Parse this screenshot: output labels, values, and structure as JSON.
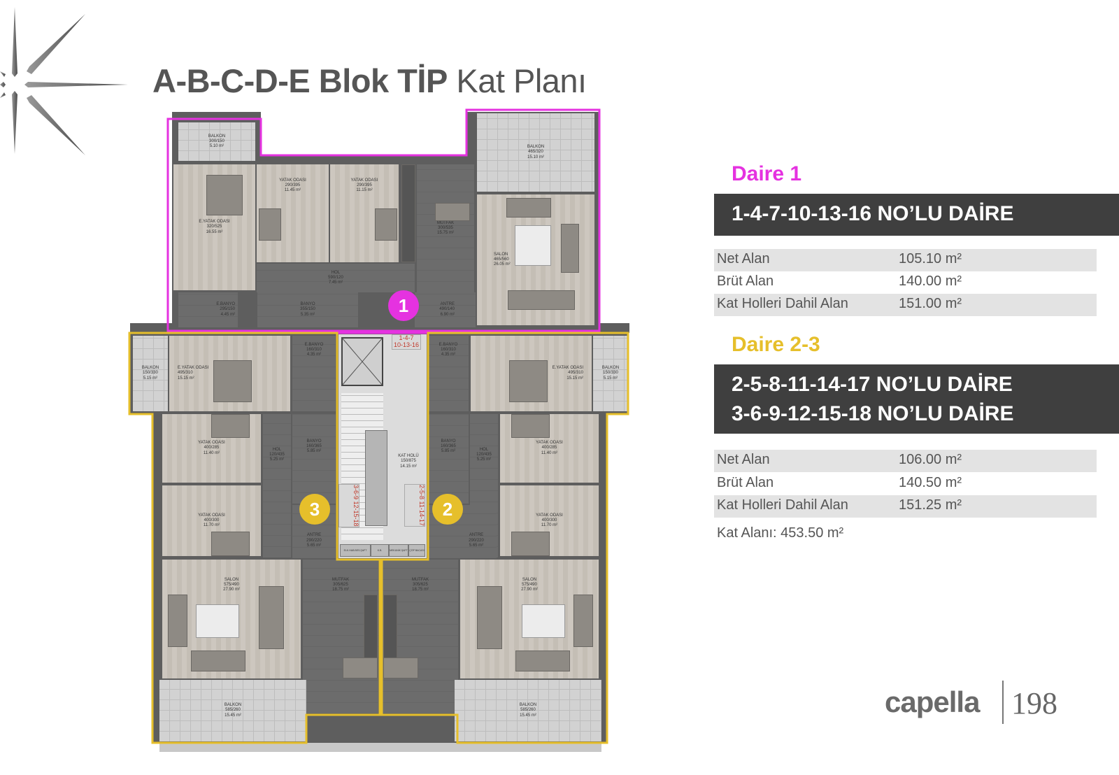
{
  "header": {
    "title_bold": "A-B-C-D-E Blok TİP",
    "title_light": "Kat Planı",
    "logo_icon": "star-compass-icon"
  },
  "colors": {
    "daire1": "#e532e0",
    "daire23": "#e6bf2b",
    "band": "#3f3f3f",
    "text": "#555555"
  },
  "plan": {
    "apt1": {
      "marker": "1",
      "rooms": [
        {
          "name": "BALKON",
          "dims": "300/150",
          "area": "5.10 m²"
        },
        {
          "name": "E.YATAK ODASI",
          "dims": "320/525",
          "area": "16.55 m²"
        },
        {
          "name": "YATAK ODASI",
          "dims": "290/395",
          "area": "11.45 m²"
        },
        {
          "name": "YATAK ODASI",
          "dims": "290/395",
          "area": "11.15 m²"
        },
        {
          "name": "MUTFAK",
          "dims": "300/535",
          "area": "15.75 m²"
        },
        {
          "name": "BALKON",
          "dims": "465/320",
          "area": "15.10 m²"
        },
        {
          "name": "SALON",
          "dims": "465/560",
          "area": "26.05 m²"
        },
        {
          "name": "HOL",
          "dims": "590/120",
          "area": "7.45 m²"
        },
        {
          "name": "E.BANYO",
          "dims": "295/150",
          "area": "4.45 m²"
        },
        {
          "name": "BANYO",
          "dims": "355/150",
          "area": "5.35 m²"
        },
        {
          "name": "ANTRE",
          "dims": "490/140",
          "area": "6.90 m²"
        }
      ]
    },
    "apt3": {
      "marker": "3",
      "rooms": [
        {
          "name": "BALKON",
          "dims": "150/330",
          "area": "5.15 m²"
        },
        {
          "name": "E.YATAK ODASI",
          "dims": "495/310",
          "area": "15.15 m²"
        },
        {
          "name": "E.BANYO",
          "dims": "160/310",
          "area": "4.35 m²"
        },
        {
          "name": "YATAK ODASI",
          "dims": "400/285",
          "area": "11.40 m²"
        },
        {
          "name": "HOL",
          "dims": "120/435",
          "area": "5.25 m²"
        },
        {
          "name": "BANYO",
          "dims": "160/365",
          "area": "5.85 m²"
        },
        {
          "name": "YATAK ODASI",
          "dims": "400/300",
          "area": "11.70 m²"
        },
        {
          "name": "ANTRE",
          "dims": "290/220",
          "area": "5.65 m²"
        },
        {
          "name": "SALON",
          "dims": "575/490",
          "area": "27.90 m²"
        },
        {
          "name": "MUTFAK",
          "dims": "305/625",
          "area": "18.75 m²"
        },
        {
          "name": "BALKON",
          "dims": "585/260",
          "area": "15.45 m²"
        }
      ]
    },
    "apt2": {
      "marker": "2",
      "rooms": [
        {
          "name": "BALKON",
          "dims": "150/330",
          "area": "5.15 m²"
        },
        {
          "name": "E.YATAK ODASI",
          "dims": "495/310",
          "area": "15.15 m²"
        },
        {
          "name": "E.BANYO",
          "dims": "160/310",
          "area": "4.35 m²"
        },
        {
          "name": "YATAK ODASI",
          "dims": "400/285",
          "area": "11.40 m²"
        },
        {
          "name": "HOL",
          "dims": "120/435",
          "area": "5.25 m²"
        },
        {
          "name": "BANYO",
          "dims": "160/365",
          "area": "5.85 m²"
        },
        {
          "name": "YATAK ODASI",
          "dims": "400/300",
          "area": "11.70 m²"
        },
        {
          "name": "ANTRE",
          "dims": "290/220",
          "area": "5.65 m²"
        },
        {
          "name": "SALON",
          "dims": "575/490",
          "area": "27.90 m²"
        },
        {
          "name": "MUTFAK",
          "dims": "305/625",
          "area": "18.75 m²"
        },
        {
          "name": "BALKON",
          "dims": "585/260",
          "area": "15.45 m²"
        }
      ]
    },
    "core": {
      "name": "KAT HOLÜ",
      "dims": "150/875",
      "area": "14.15 m²",
      "label_top": [
        "1-4-7",
        "10-13-16"
      ],
      "label_left": [
        "3-6-9",
        "12-15-18"
      ],
      "label_right": [
        "2-5-8",
        "11-14-17"
      ],
      "shafts": [
        "ELK.HAB.BES.ŞAFT",
        "K.B.",
        "MEKANİK ŞAFT",
        "ÇÖP BACASI"
      ]
    }
  },
  "panel": {
    "daire1": {
      "heading": "Daire 1",
      "band": [
        "1-4-7-10-13-16 NO’LU DAİRE"
      ],
      "rows": [
        {
          "label": "Net Alan",
          "value": "105.10 m²"
        },
        {
          "label": "Brüt Alan",
          "value": "140.00 m²"
        },
        {
          "label": "Kat Holleri Dahil Alan",
          "value": "151.00 m²"
        }
      ]
    },
    "daire23": {
      "heading": "Daire 2-3",
      "band": [
        "2-5-8-11-14-17 NO’LU DAİRE",
        "3-6-9-12-15-18 NO’LU DAİRE"
      ],
      "rows": [
        {
          "label": "Net Alan",
          "value": "106.00 m²"
        },
        {
          "label": "Brüt Alan",
          "value": "140.50 m²"
        },
        {
          "label": "Kat Holleri Dahil Alan",
          "value": "151.25 m²"
        }
      ]
    },
    "kat_alani": "Kat Alanı: 453.50 m²"
  },
  "footer": {
    "brand": "capella",
    "page_number": "198"
  }
}
